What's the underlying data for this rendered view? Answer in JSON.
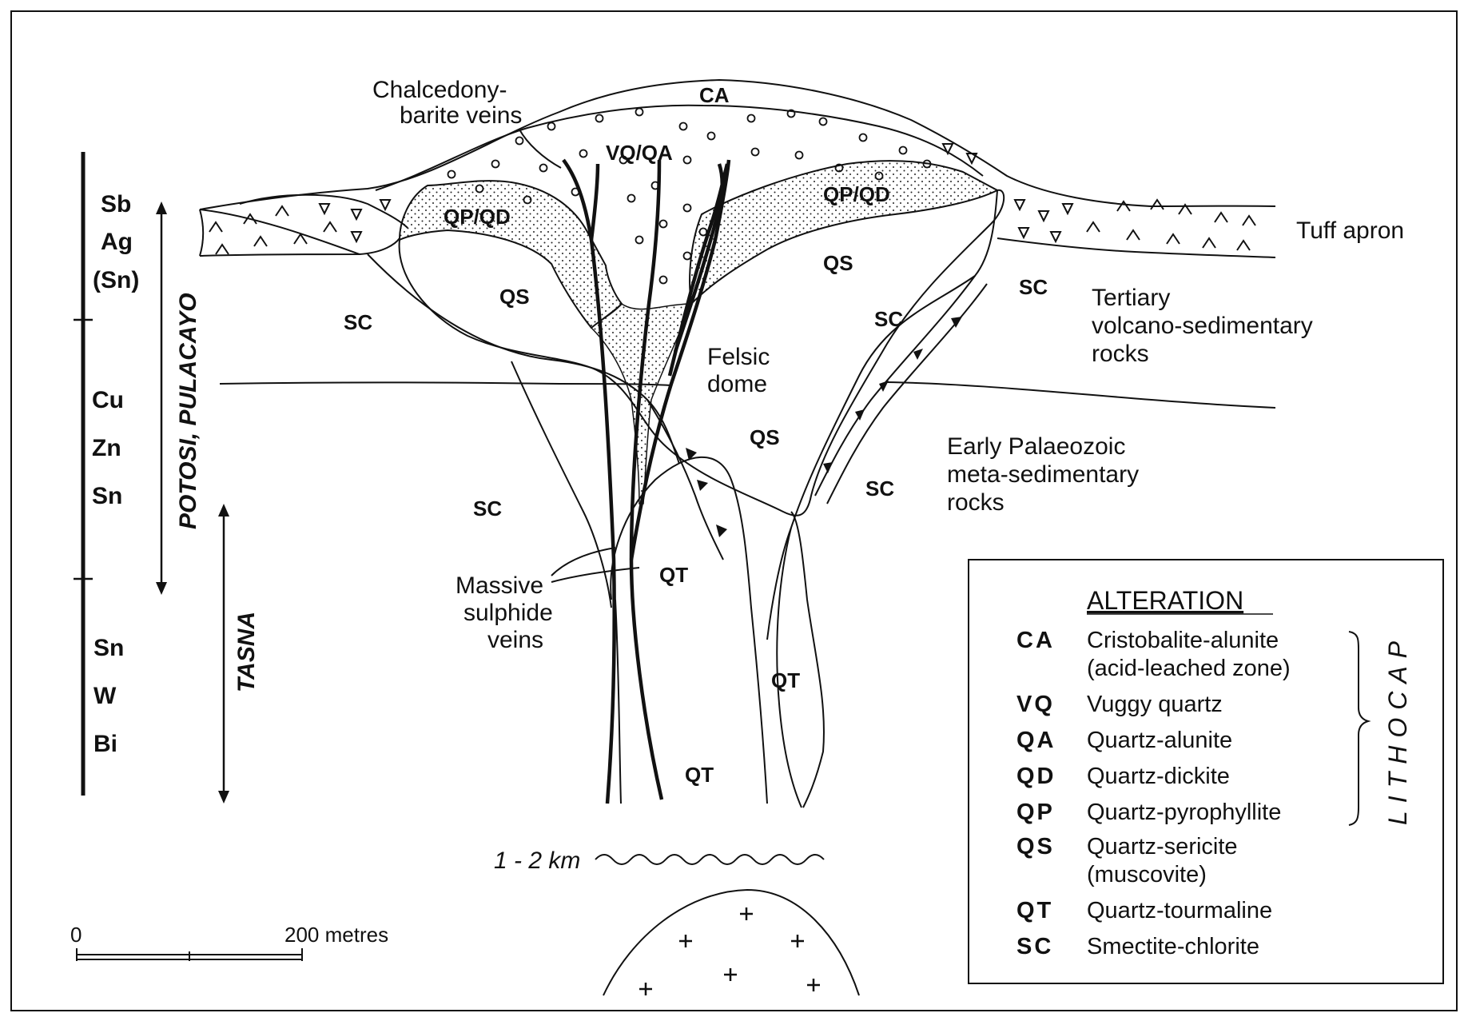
{
  "labels": {
    "chalcedony_line1": "Chalcedony-",
    "chalcedony_line2": "barite veins",
    "tuff_apron": "Tuff apron",
    "tertiary_line1": "Tertiary",
    "tertiary_line2": "volcano-sedimentary",
    "tertiary_line3": "rocks",
    "palaeozoic_line1": "Early Palaeozoic",
    "palaeozoic_line2": "meta-sedimentary",
    "palaeozoic_line3": "rocks",
    "felsic_line1": "Felsic",
    "felsic_line2": "dome",
    "massive_line1": "Massive",
    "massive_line2": "sulphide",
    "massive_line3": "veins",
    "depth": "1 - 2 km"
  },
  "zones": {
    "ca": "CA",
    "vqqa": "VQ/QA",
    "qpqd": "QP/QD",
    "qs": "QS",
    "sc": "SC",
    "qt": "QT"
  },
  "metals": {
    "upper": [
      "Sb",
      "Ag",
      "(Sn)"
    ],
    "middle": [
      "Cu",
      "Zn",
      "Sn"
    ],
    "lower": [
      "Sn",
      "W",
      "Bi"
    ]
  },
  "deposits": {
    "potosi": "POTOSI, PULACAYO",
    "tasna": "TASNA"
  },
  "scale": {
    "zero": "0",
    "end": "200 metres"
  },
  "legend": {
    "title": "ALTERATION",
    "lithocap": "LITHOCAP",
    "items": [
      {
        "code": "CA",
        "line1": "Cristobalite-alunite",
        "line2": "(acid-leached zone)"
      },
      {
        "code": "VQ",
        "line1": "Vuggy quartz",
        "line2": ""
      },
      {
        "code": "QA",
        "line1": "Quartz-alunite",
        "line2": ""
      },
      {
        "code": "QD",
        "line1": "Quartz-dickite",
        "line2": ""
      },
      {
        "code": "QP",
        "line1": "Quartz-pyrophyllite",
        "line2": ""
      },
      {
        "code": "QS",
        "line1": "Quartz-sericite",
        "line2": "(muscovite)"
      },
      {
        "code": "QT",
        "line1": "Quartz-tourmaline",
        "line2": ""
      },
      {
        "code": "SC",
        "line1": "Smectite-chlorite",
        "line2": ""
      }
    ]
  }
}
